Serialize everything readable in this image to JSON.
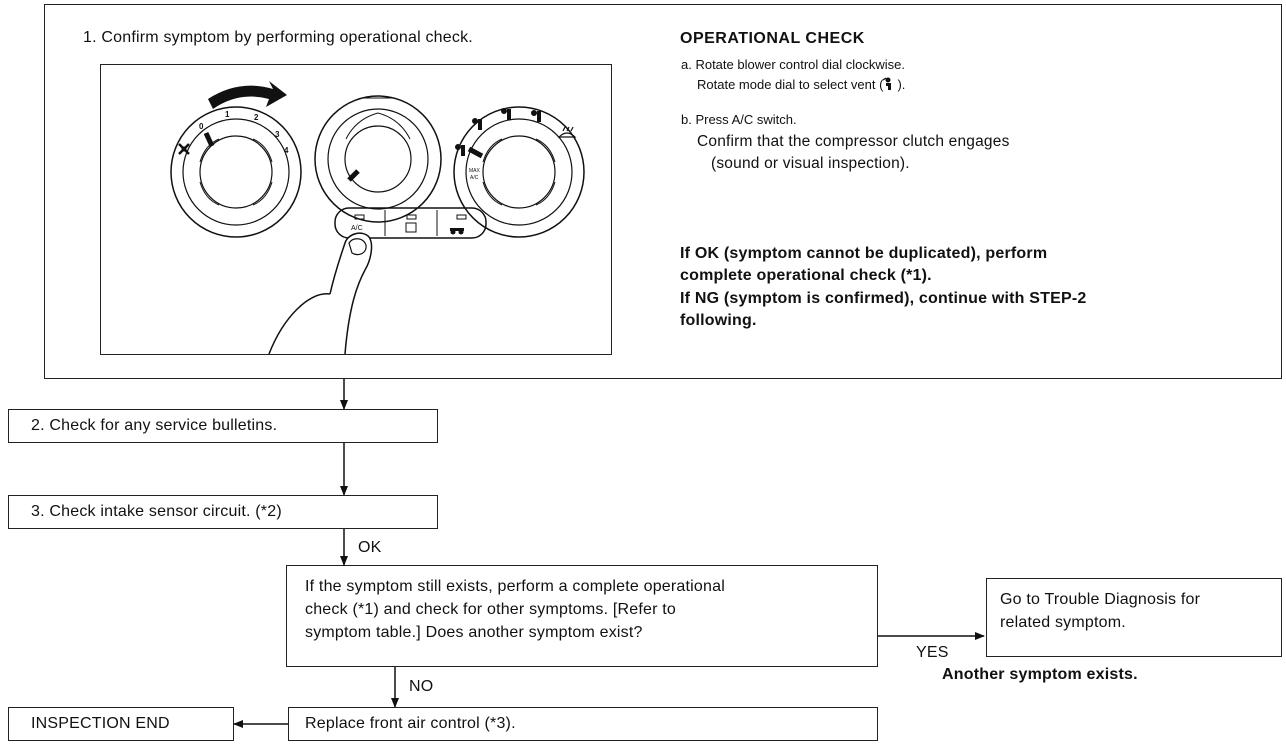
{
  "step1": {
    "text": "1. Confirm symptom by performing operational check.",
    "panel_labels": {
      "n0": "0",
      "n1": "1",
      "n2": "2",
      "n3": "3",
      "n4": "4",
      "ac": "A/C",
      "max": "MAX",
      "max_ac": "A/C"
    },
    "op_check": {
      "title": "OPERATIONAL CHECK",
      "a_line1": "a. Rotate blower control dial clockwise.",
      "a_line2_pre": "Rotate mode dial to select vent (",
      "a_line2_post": ").",
      "b_line1": "b. Press A/C switch.",
      "b_line2": "Confirm that the compressor clutch engages",
      "b_line3": "(sound or visual inspection).",
      "ok_line1": "If OK (symptom cannot be duplicated), perform",
      "ok_line2": "complete operational check (*1).",
      "ng_line1": "If NG (symptom is confirmed), continue with STEP-2",
      "ng_line2": "following."
    }
  },
  "step2": {
    "text": "2. Check for any service bulletins."
  },
  "step3": {
    "text": "3. Check intake sensor circuit. (*2)"
  },
  "ok_label": "OK",
  "decision": {
    "line1": "If the symptom still exists, perform a complete operational",
    "line2": "check (*1) and check for other symptoms. [Refer to",
    "line3": "symptom table.] Does another symptom exist?"
  },
  "yes_label": "YES",
  "goto": {
    "line1": "Go to Trouble Diagnosis for",
    "line2": "related symptom."
  },
  "another": "Another symptom exists.",
  "no_label": "NO",
  "replace": {
    "text": "Replace front air control (*3)."
  },
  "end": {
    "text": "INSPECTION END"
  },
  "icons": [
    "fan-icon",
    "vent-mode-icon",
    "defrost-icon",
    "recirculation-icon",
    "pointing-finger-icon",
    "rotate-arrow-icon"
  ]
}
